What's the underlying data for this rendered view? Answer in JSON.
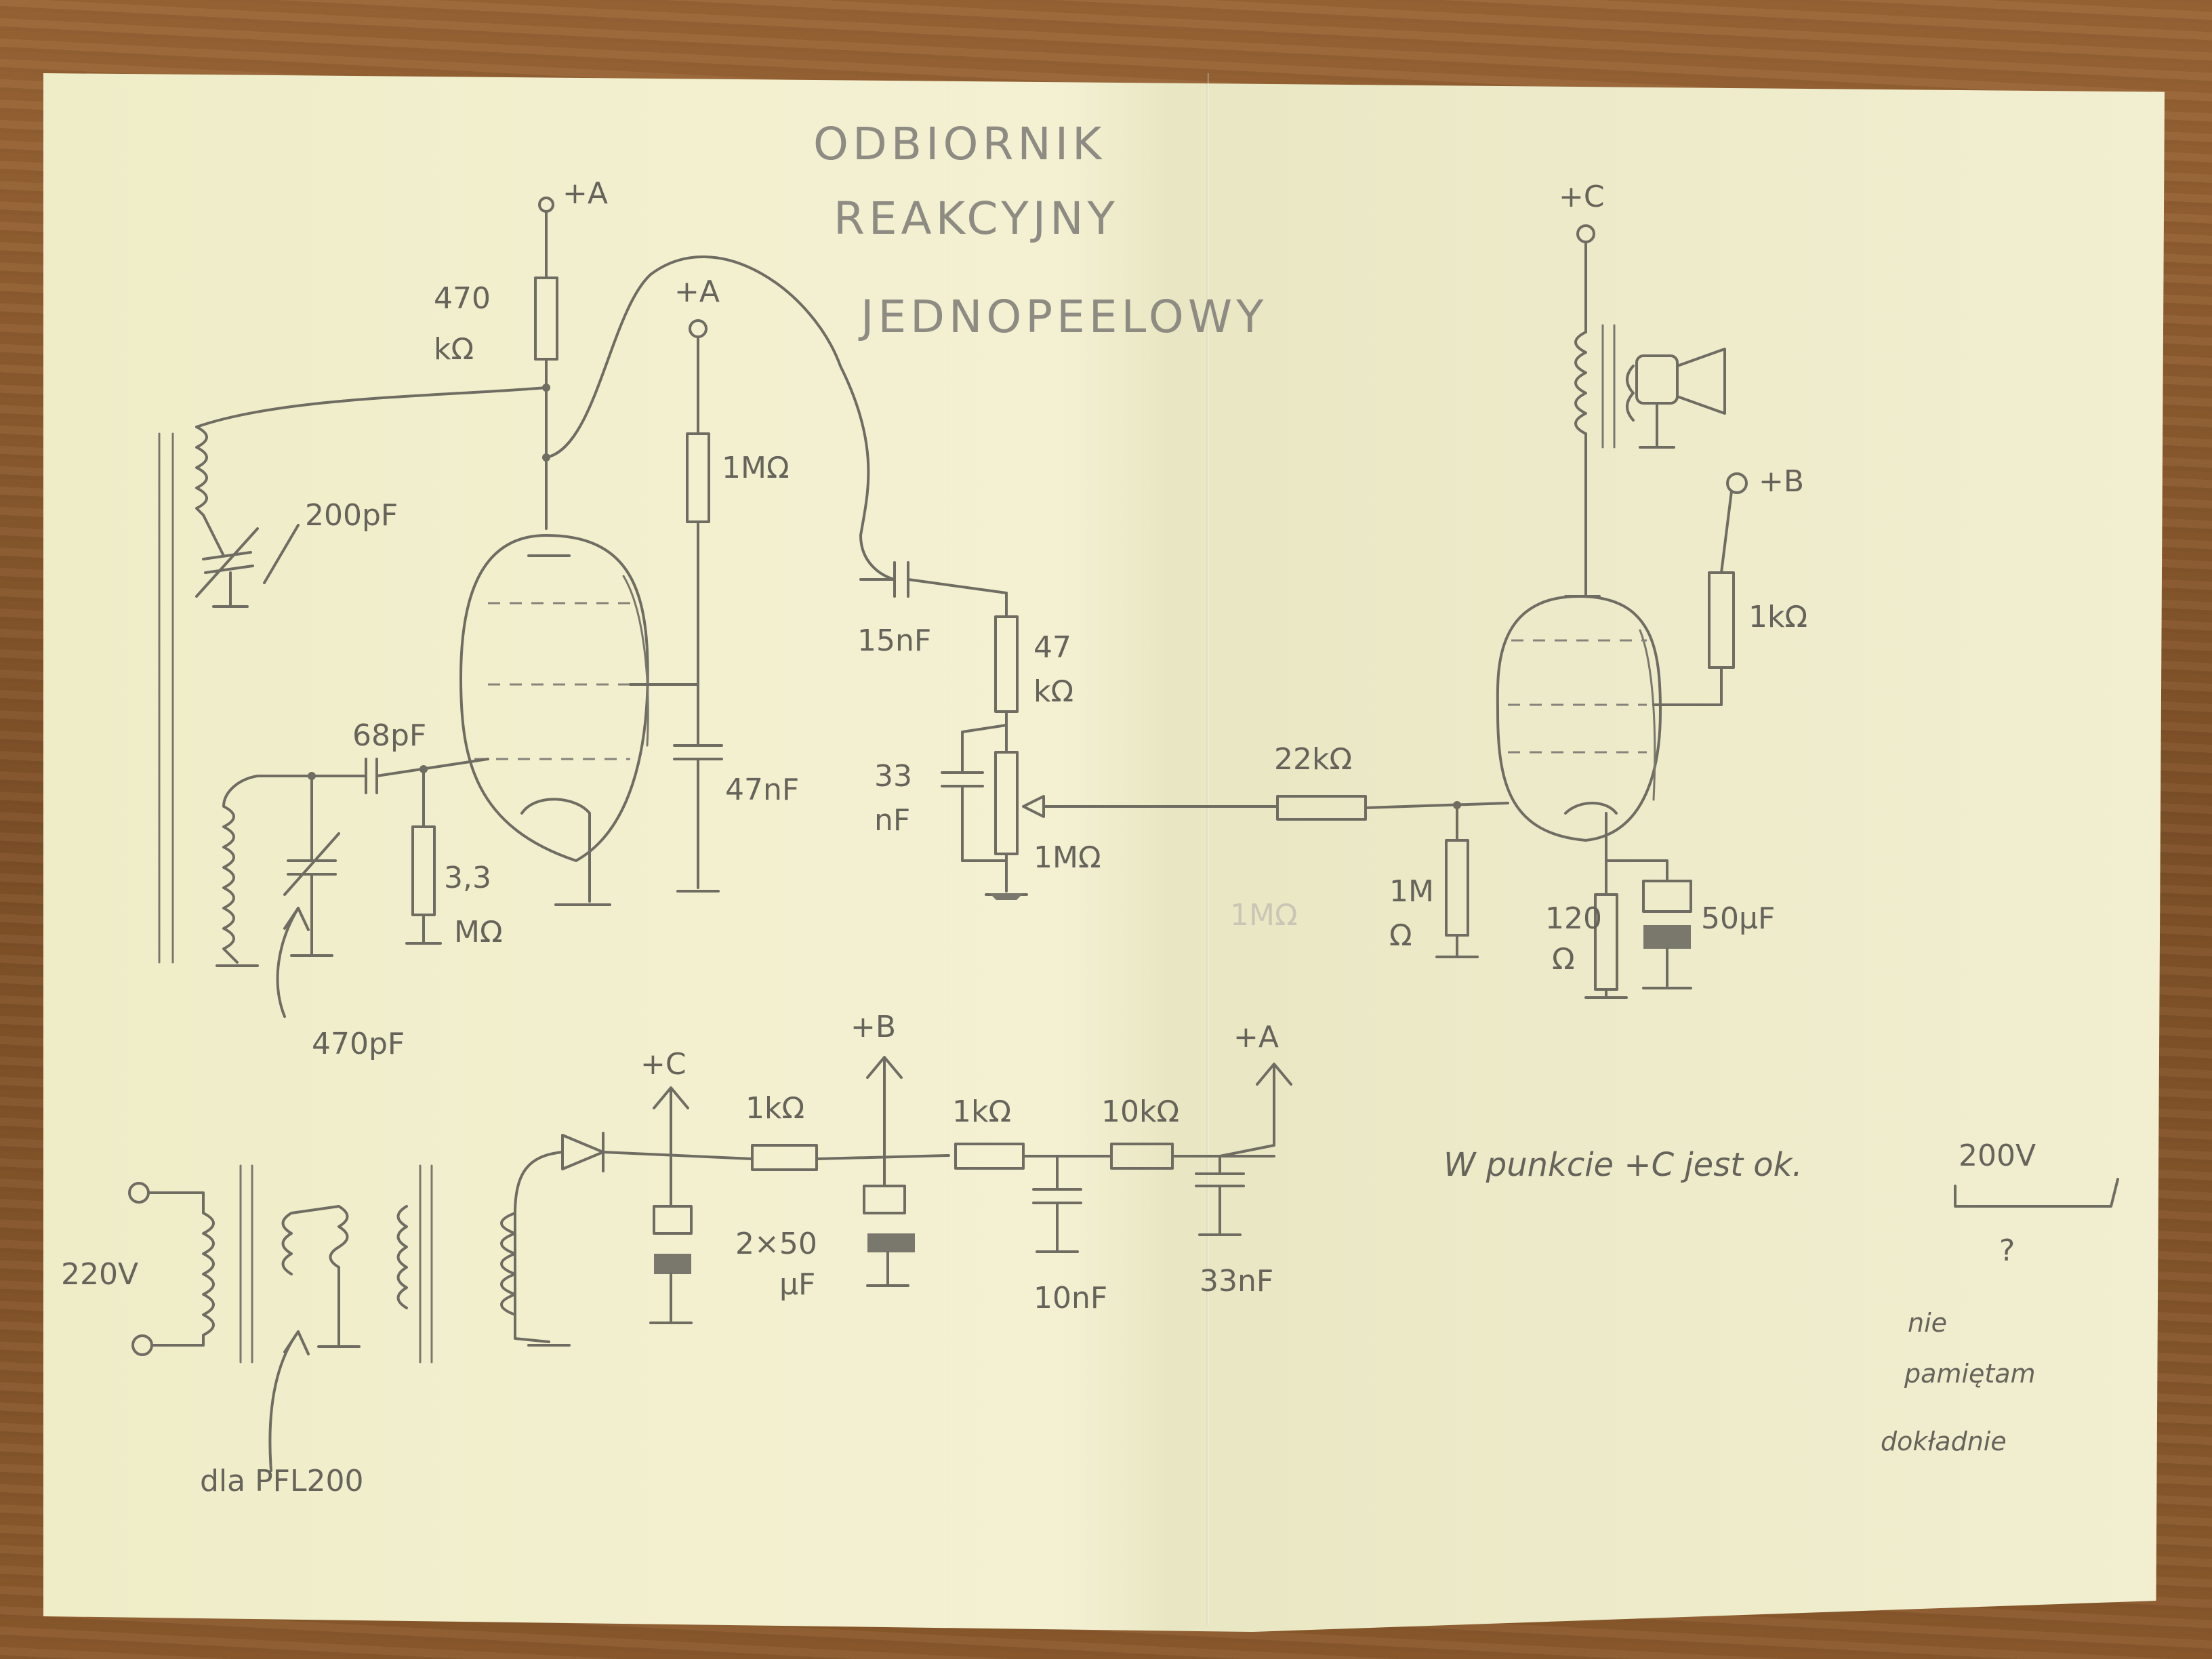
{
  "title": {
    "line1": "ODBIORNIK",
    "line2": "REAKCYJNY",
    "line3": "JEDNOPEELOWY"
  },
  "rails": {
    "a": "+A",
    "b": "+B",
    "c": "+C"
  },
  "left_stage": {
    "anode_resistor": [
      "470",
      "kΩ"
    ],
    "tuning_cap": "200pF",
    "grid_cap": "68pF",
    "grid_leak": [
      "3,3",
      "MΩ"
    ],
    "screen_resistor": "1MΩ",
    "screen_cap": "47nF",
    "input_trim_cap": "470pF"
  },
  "coupling": {
    "cap": "15nF",
    "resistor": [
      "47",
      "kΩ"
    ],
    "bypass_cap": [
      "33",
      "nF"
    ],
    "potentiometer": "1MΩ",
    "faint_label": "1MΩ"
  },
  "output_stage": {
    "grid_stopper": "22kΩ",
    "grid_resistor": [
      "1M",
      "Ω"
    ],
    "screen_resistor": "1kΩ",
    "cathode_resistor": [
      "120",
      "Ω"
    ],
    "cathode_cap": "50μF"
  },
  "power_supply": {
    "mains": "220V",
    "heater_note": "dla PFL200",
    "r1": "1kΩ",
    "r2": "1kΩ",
    "r3": "10kΩ",
    "filter_caps": [
      "2×50",
      "μF"
    ],
    "cap_10": "10nF",
    "cap_33": "33nF"
  },
  "notes": {
    "voltage_note": "W punkcie +C jest ok.",
    "voltage_value": "200V",
    "question": "?",
    "line1": "nie",
    "line2": "pamiętam",
    "line3": "dokładnie"
  }
}
